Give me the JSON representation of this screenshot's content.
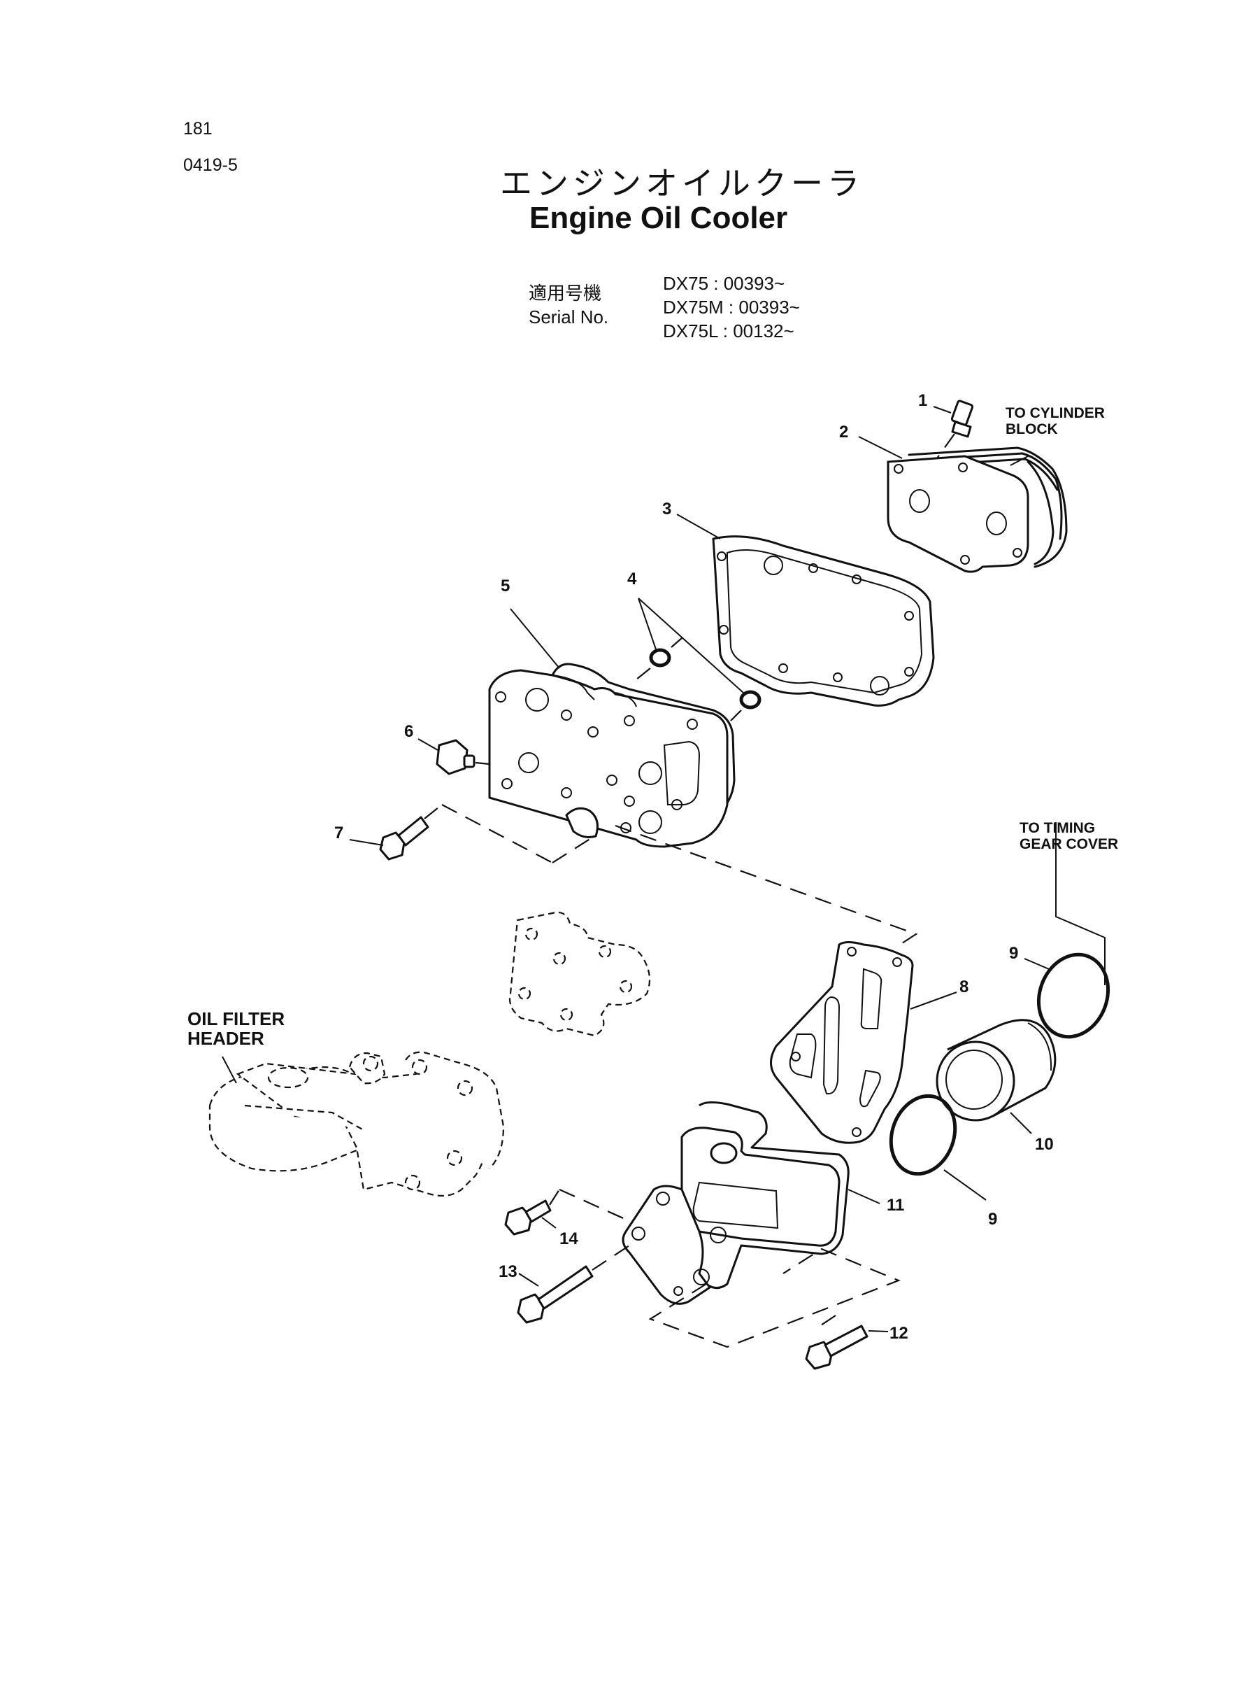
{
  "header": {
    "page_number": "181",
    "section_code": "0419-5",
    "title_jp": "エンジンオイルクーラ",
    "title_en": "Engine Oil Cooler"
  },
  "serial": {
    "label_jp": "適用号機",
    "label_en": "Serial No.",
    "models": [
      "DX75   : 00393~",
      "DX75M : 00393~",
      "DX75L  : 00132~"
    ]
  },
  "diagram": {
    "callouts": [
      "1",
      "2",
      "3",
      "4",
      "5",
      "6",
      "7",
      "8",
      "9",
      "9",
      "10",
      "11",
      "12",
      "13",
      "14"
    ],
    "notes": {
      "cylinder_block": [
        "TO CYLINDER",
        "BLOCK"
      ],
      "timing_gear": [
        "TO TIMING",
        "GEAR COVER"
      ],
      "oil_filter": [
        "OIL FILTER",
        "HEADER"
      ]
    }
  }
}
